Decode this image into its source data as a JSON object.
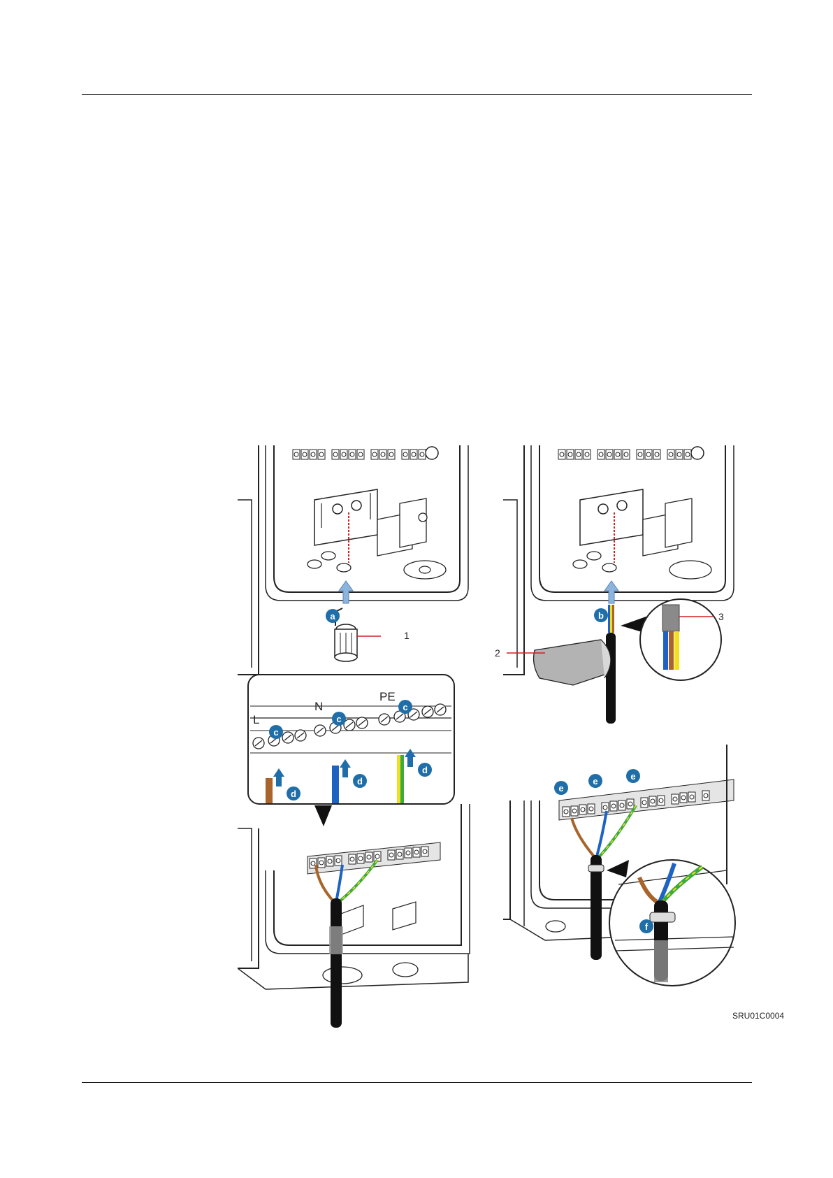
{
  "figure": {
    "code": "SRU01C0004",
    "callouts": [
      "1",
      "2",
      "3"
    ],
    "steps": {
      "a": "a",
      "b": "b",
      "c": "c",
      "d": "d",
      "e": "e",
      "f": "f"
    },
    "terminal_labels": {
      "l": "L",
      "n": "N",
      "pe": "PE"
    },
    "colors": {
      "step_badge": "#1f6ea8",
      "live_wire": "#a8642a",
      "neutral_wire": "#1e63c4",
      "earth_wire_yellow": "#f0e020",
      "earth_wire_green": "#3caa3c",
      "arrow_fill": "#8db4dc",
      "pin_line": "#d02020"
    }
  }
}
